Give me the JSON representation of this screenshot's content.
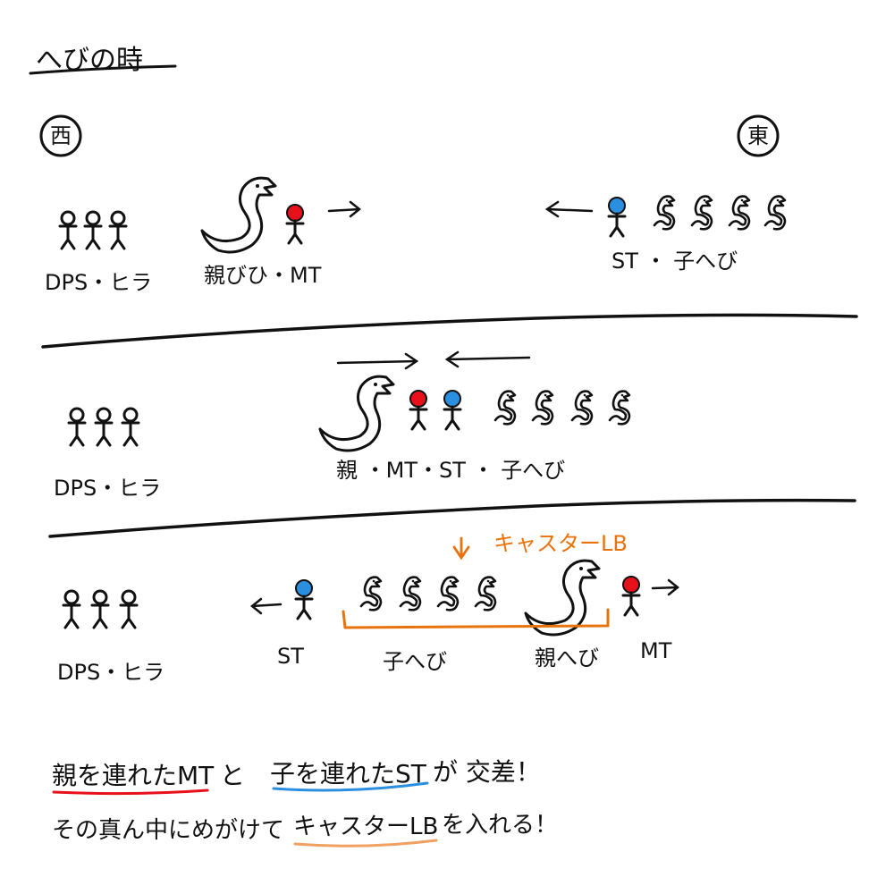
{
  "title": "へびの時",
  "directions": {
    "west": "西",
    "east": "東"
  },
  "rows": [
    {
      "dps_healer_label": "DPS・ヒラ",
      "parent_mt_label": "親びひ・MT",
      "st_children_label": "ST ・ 子へび"
    },
    {
      "dps_healer_label": "DPS・ヒラ",
      "center_label": "親 ・MT・ST ・ 子へび"
    },
    {
      "dps_healer_label": "DPS・ヒラ",
      "caster_lb_label": "キャスターLB",
      "st_label": "ST",
      "children_label": "子へび",
      "parent_label": "親へび",
      "mt_label": "MT"
    }
  ],
  "notes": {
    "line1": {
      "part1": "親を連れたMT",
      "part2": "と",
      "part3": "子を連れたST",
      "part4": "が 交差！"
    },
    "line2": {
      "part1": "その真ん中にめがけて",
      "part2": "キャスターLB",
      "part3": "を入れる！"
    }
  },
  "colors": {
    "mt": "#e8101a",
    "st": "#2b8fe0",
    "caster": "#e8720c",
    "underline_red": "#e8101a",
    "underline_blue": "#2b8fe0",
    "underline_orange": "#f0a060"
  },
  "icons": [
    "person-icon",
    "big-snake-icon",
    "small-snake-icon",
    "arrow-icon"
  ]
}
